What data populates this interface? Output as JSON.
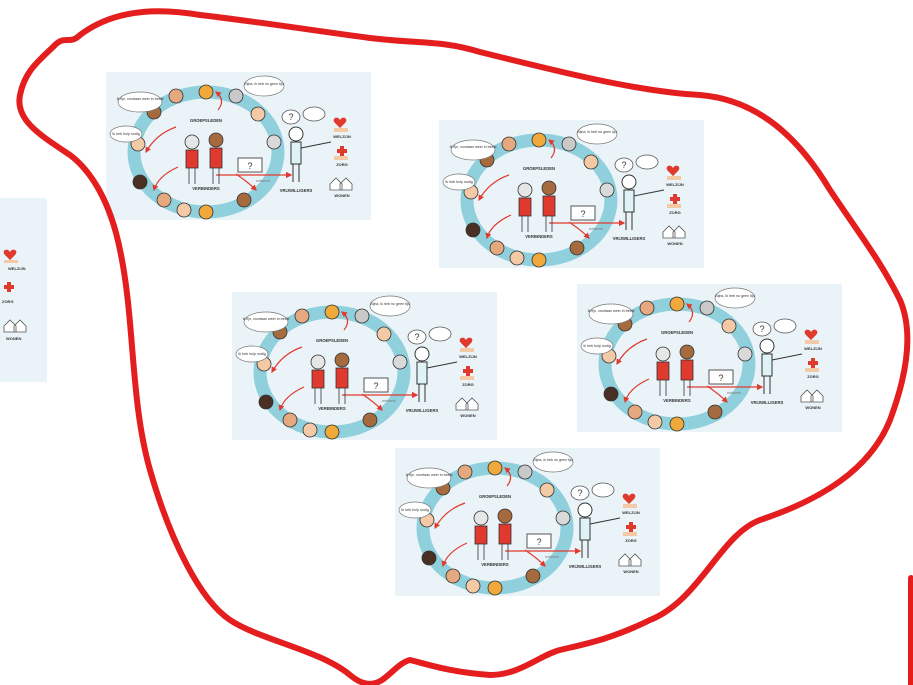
{
  "colors": {
    "outline": "#e41e1e",
    "card_bg": "#eaf3f8",
    "ring": "#8fd0dc",
    "arrow": "#e03a2e",
    "text": "#3a3a3a"
  },
  "card": {
    "speech_left": "Ik fijn, voortaan weer in beeld",
    "speech_right": "Bijna, ik heb nu geen tijd",
    "speech_mid": "Ik heb hulp nodig",
    "group_label": "GROEPSLEDEN",
    "connectors_label": "VERBINDERS",
    "volunteers_label": "VRIJWILLIGERS",
    "welfare_label": "WELZIJN",
    "care_label": "ZORG",
    "housing_label": "WONEN",
    "question_mark": "?",
    "network_caption": "netwerk"
  },
  "icons": {
    "welfare": "hands-heart-icon",
    "care": "hand-cross-icon",
    "housing": "houses-icon"
  }
}
